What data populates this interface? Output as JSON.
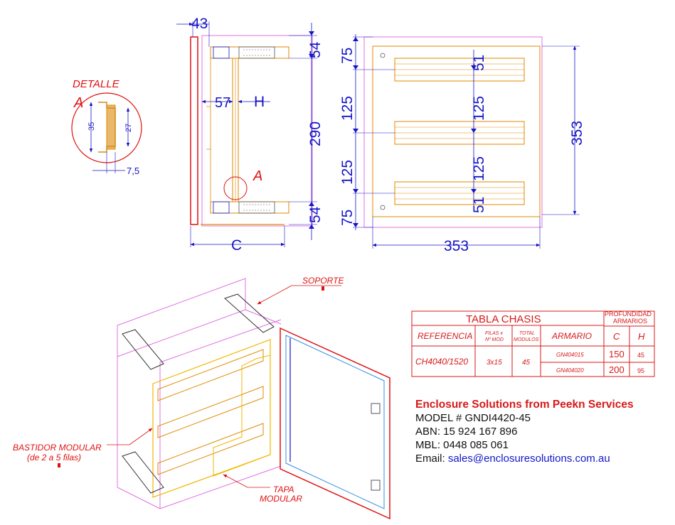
{
  "detail": {
    "title": "DETALLE",
    "letter": "A",
    "dim_35": "35",
    "dim_27": "27",
    "dim_7_5": "7,5"
  },
  "side_view": {
    "dim_43": "43",
    "dim_54_top": "54",
    "dim_290": "290",
    "dim_54_bottom": "54",
    "dim_57": "57",
    "dim_H": "H",
    "dim_C": "C",
    "detail_marker": "A"
  },
  "front_view": {
    "dim_75_top": "75",
    "dim_125_a": "125",
    "dim_125_b": "125",
    "dim_75_bottom": "75",
    "dim_51_top": "51",
    "dim_125_c": "125",
    "dim_125_d": "125",
    "dim_51_bottom": "51",
    "dim_353_height": "353",
    "dim_353_width": "353"
  },
  "iso_labels": {
    "soporte": "SOPORTE",
    "bastidor": "BASTIDOR MODULAR",
    "bastidor_sub": "(de 2 a 5 filas)",
    "tapa_1": "TAPA",
    "tapa_2": "MODULAR"
  },
  "table": {
    "title": "TABLA CHASIS",
    "prof_1": "PROFUNDIDAD",
    "prof_2": "ARMARIOS",
    "col_referencia": "REFERENCIA",
    "col_filas_1": "FILAS x",
    "col_filas_2": "Nº MOD",
    "col_total_1": "TOTAL",
    "col_total_2": "MODULOS",
    "col_armario": "ARMARIO",
    "col_c": "C",
    "col_h": "H",
    "referencia": "CH4040/1520",
    "filas": "3x15",
    "total": "45",
    "armario_1": "GN404015",
    "armario_2": "GN404020",
    "c_1": "150",
    "c_2": "200",
    "h_1": "45",
    "h_2": "95"
  },
  "info": {
    "company": "Enclosure Solutions from Peekn Services",
    "model": "MODEL # GNDI4420-45",
    "abn": "ABN: 15 924 167 896",
    "mbl": "MBL: 0448 085 061",
    "email_label": "Email: ",
    "email": "sales@enclosuresolutions.com.au"
  }
}
